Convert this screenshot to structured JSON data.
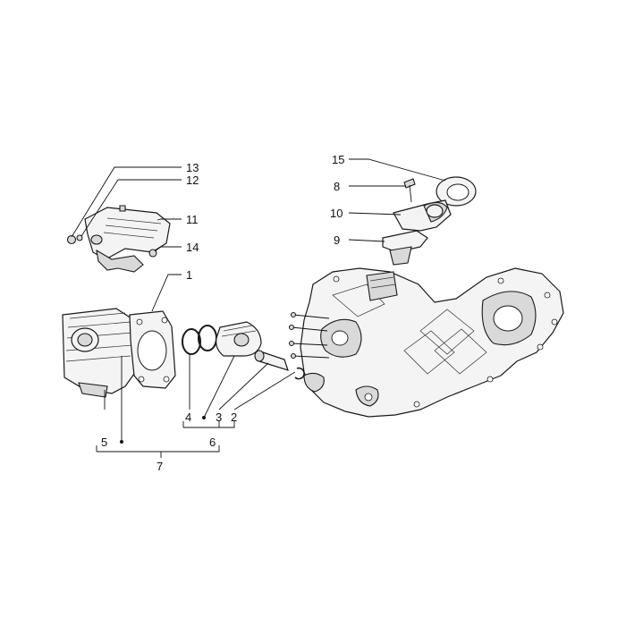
{
  "callouts": [
    {
      "id": "13",
      "text": "13"
    },
    {
      "id": "12",
      "text": "12"
    },
    {
      "id": "11",
      "text": "11"
    },
    {
      "id": "14",
      "text": "14"
    },
    {
      "id": "1",
      "text": "1"
    },
    {
      "id": "15",
      "text": "15"
    },
    {
      "id": "8",
      "text": "8"
    },
    {
      "id": "10",
      "text": "10"
    },
    {
      "id": "9",
      "text": "9"
    },
    {
      "id": "4",
      "text": "4"
    },
    {
      "id": "3",
      "text": "3"
    },
    {
      "id": "2",
      "text": "2"
    },
    {
      "id": "6",
      "text": "6"
    },
    {
      "id": "5",
      "text": "5"
    },
    {
      "id": "7",
      "text": "7"
    }
  ]
}
